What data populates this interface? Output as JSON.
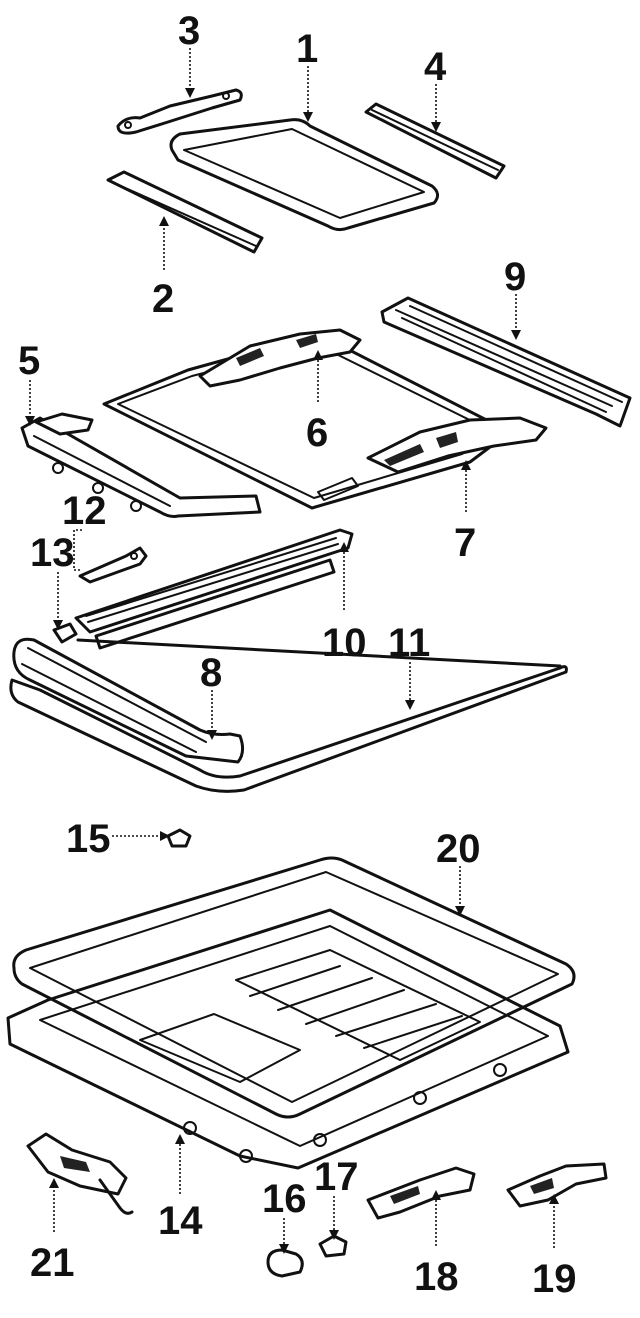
{
  "callouts": [
    "1",
    "2",
    "3",
    "4",
    "5",
    "6",
    "7",
    "8",
    "9",
    "10",
    "11",
    "12",
    "13",
    "14",
    "15",
    "16",
    "17",
    "18",
    "19",
    "20",
    "21"
  ],
  "colors": {
    "ink": "#111111",
    "paper": "#ffffff"
  }
}
